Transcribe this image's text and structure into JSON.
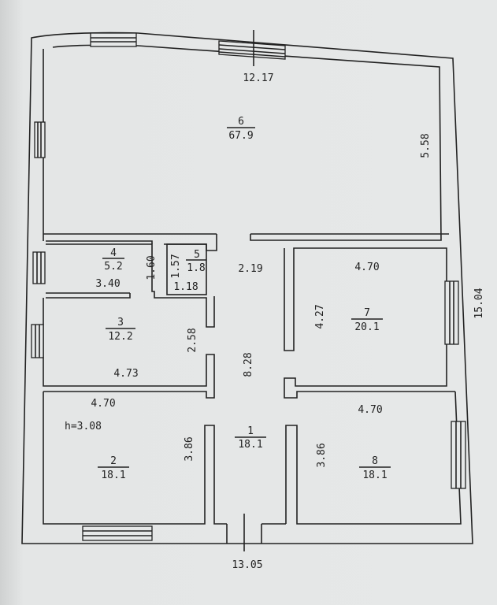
{
  "plan": {
    "overall_width_top": "12.17",
    "overall_width_bottom": "13.05",
    "overall_depth_right": "15.04",
    "ceiling_height": "h=3.08",
    "rooms": [
      {
        "number": "1",
        "area": "18.1"
      },
      {
        "number": "2",
        "area": "18.1"
      },
      {
        "number": "3",
        "area": "12.2"
      },
      {
        "number": "4",
        "area": "5.2"
      },
      {
        "number": "5",
        "area": "1.8"
      },
      {
        "number": "6",
        "area": "67.9"
      },
      {
        "number": "7",
        "area": "20.1"
      },
      {
        "number": "8",
        "area": "18.1"
      }
    ],
    "dimensions": {
      "room6_depth": "5.58",
      "room4_width": "3.40",
      "room4_depth": "1.60",
      "room5_depth": "1.57",
      "room5_width": "1.18",
      "hall_width": "2.19",
      "hall_length": "8.28",
      "room3_depth": "2.58",
      "room3_width": "4.73",
      "room2_width": "4.70",
      "room2_depth": "3.86",
      "room7_width": "4.70",
      "room7_depth": "4.27",
      "room8_width": "4.70",
      "room8_depth": "3.86"
    }
  }
}
